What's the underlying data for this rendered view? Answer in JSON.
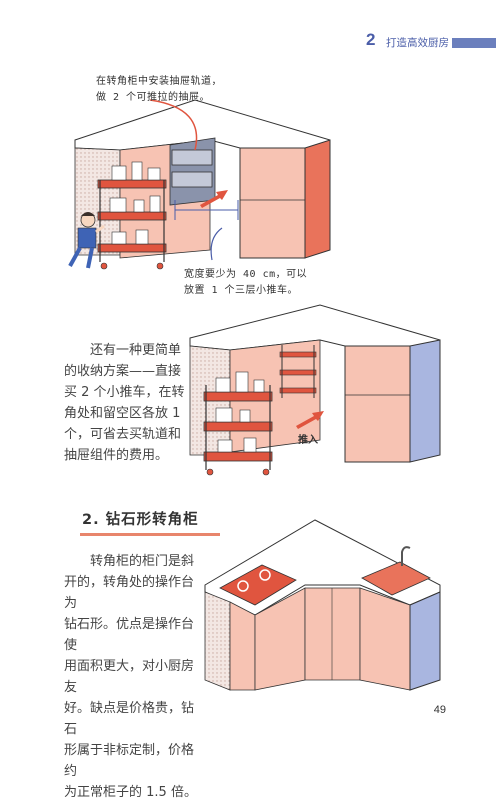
{
  "header": {
    "chapter_number": "2",
    "chapter_title": "打造高效厨房"
  },
  "illustration_1": {
    "callout_top": [
      "在转角柜中安装抽屉轨道，",
      "做 2 个可推拉的抽屉。"
    ],
    "callout_bottom": [
      "宽度要少为 40 cm，可以",
      "放置 1 个三层小推车。"
    ]
  },
  "illustration_2": {
    "text": [
      "还有一种更简单",
      "的收纳方案——直接",
      "买 2 个小推车，在转",
      "角处和留空区各放 1",
      "个，可省去买轨道和",
      "抽屉组件的费用。"
    ],
    "push_label": "推入"
  },
  "section_2": {
    "title": "2. 钻石形转角柜",
    "text": [
      "转角柜的柜门是斜",
      "开的，转角处的操作台为",
      "钻石形。优点是操作台使",
      "用面积更大，对小厨房友",
      "好。缺点是价格贵，钻石",
      "形属于非标定制，价格约",
      "为正常柜子的 1.5 倍。"
    ]
  },
  "footer": {
    "page_number": "49"
  },
  "colors": {
    "accent_blue": "#6b7fbd",
    "cabinet_pink": "#f7c3b3",
    "cabinet_red": "#e9735b",
    "cabinet_blue": "#a9b6e0",
    "cart_red": "#e0553f",
    "underline": "#e8856c"
  }
}
